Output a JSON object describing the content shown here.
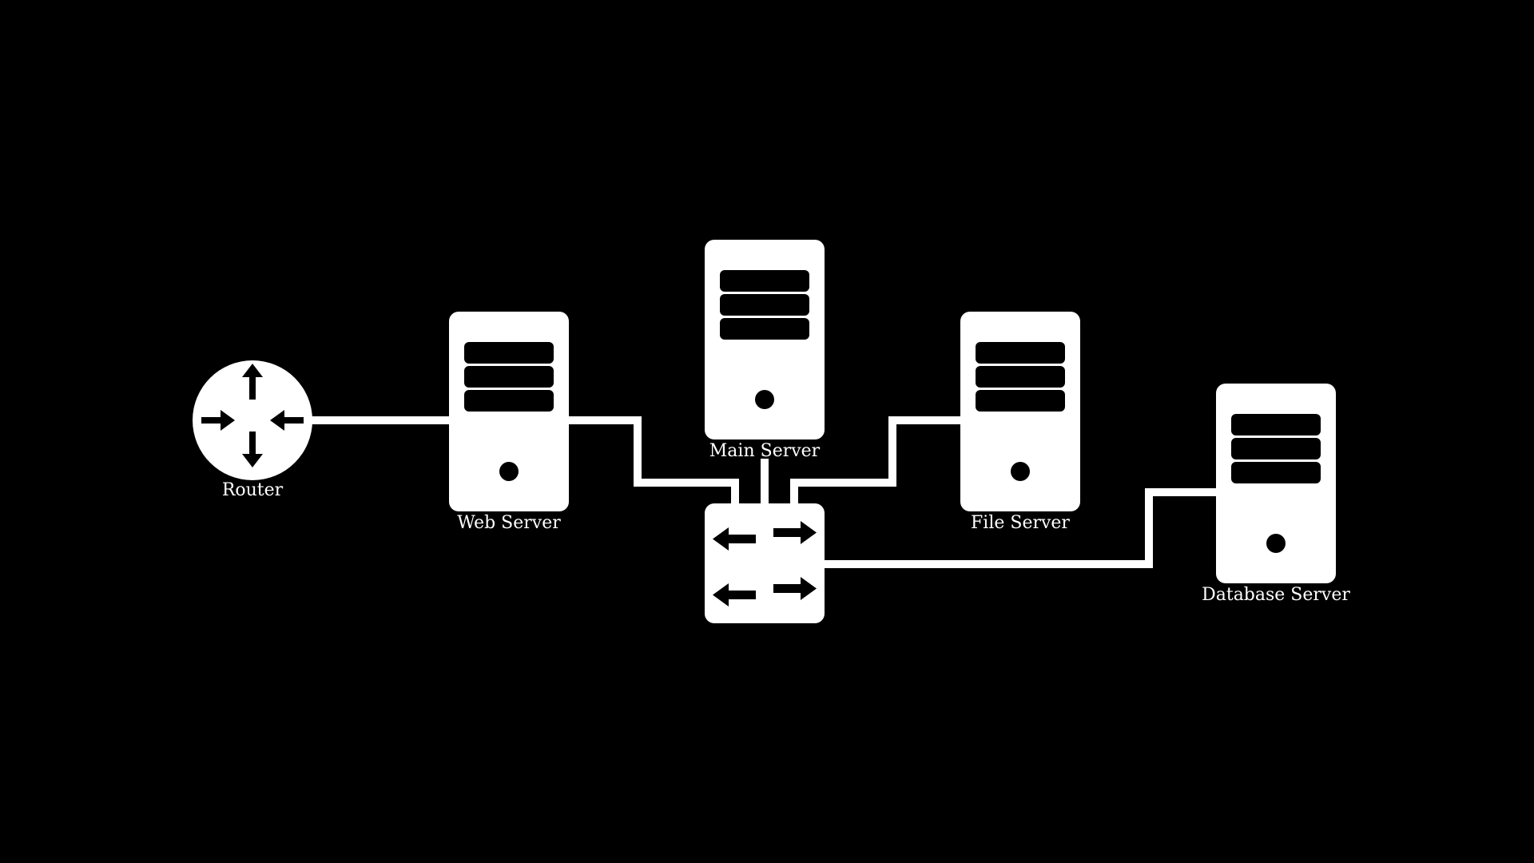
{
  "diagram": {
    "background_color": "#000000",
    "foreground_color": "#ffffff",
    "nodes": {
      "router": {
        "label": "Router",
        "icon": "router-icon"
      },
      "web_server": {
        "label": "Web Server",
        "icon": "server-tower-icon"
      },
      "main_server": {
        "label": "Main Server",
        "icon": "server-tower-icon"
      },
      "file_server": {
        "label": "File Server",
        "icon": "server-tower-icon"
      },
      "database_server": {
        "label": "Database Server",
        "icon": "server-tower-icon"
      },
      "switch": {
        "label": "",
        "icon": "network-switch-icon"
      }
    },
    "connections": [
      {
        "from": "router",
        "to": "web_server"
      },
      {
        "from": "web_server",
        "to": "switch"
      },
      {
        "from": "main_server",
        "to": "switch"
      },
      {
        "from": "file_server",
        "to": "switch"
      },
      {
        "from": "switch",
        "to": "database_server"
      }
    ]
  }
}
